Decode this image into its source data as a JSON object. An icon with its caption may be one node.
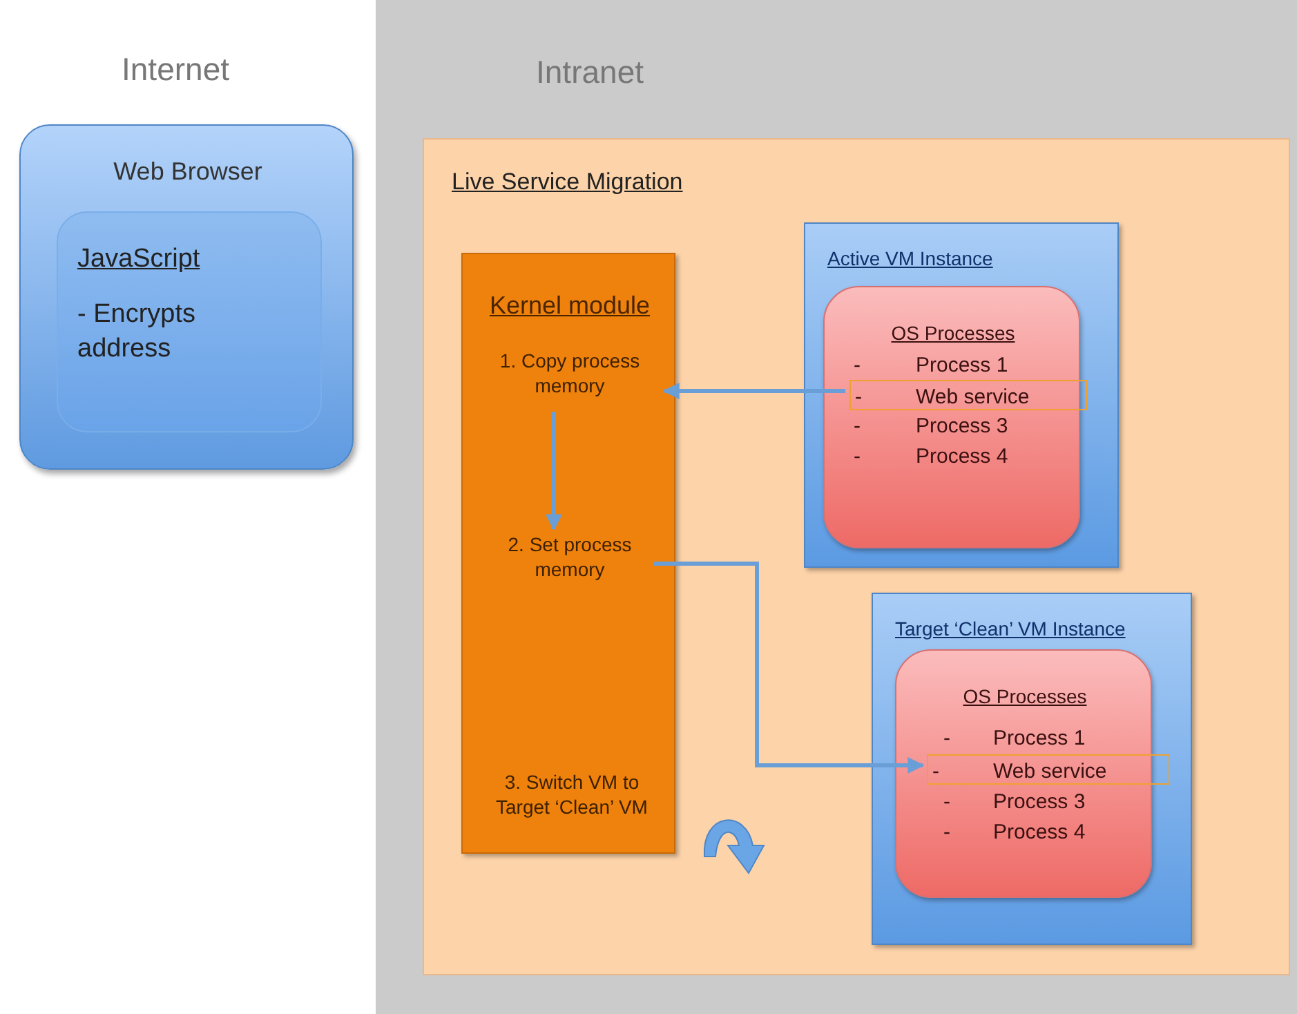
{
  "diagram": {
    "nodes": [
      {
        "text": [
          "Web Browser"
        ]
      },
      {
        "text": [
          "JavaScript",
          "- Encrypts address"
        ],
        "in": 0
      },
      {
        "text": [
          "Intranet"
        ]
      },
      {
        "text": [
          "Live Service Migration"
        ],
        "in": 2
      },
      {
        "text": [
          "Kernel module"
        ],
        "in": 3
      },
      {
        "text": [
          "1. Copy process memory"
        ],
        "in": 4
      },
      {
        "text": [
          "2. Set process memory"
        ],
        "in": 4
      },
      {
        "text": [
          "3. Switch VM to Target ‘Clean’ VM"
        ],
        "in": 4
      },
      {
        "text": [
          "Active VM Instance"
        ],
        "in": 3
      },
      {
        "text": [
          "OS Processes"
        ],
        "in": 8
      },
      {
        "text": [
          "-",
          "Web service"
        ],
        "in": 9
      },
      {
        "text": [
          "Target ‘Clean’ VM Instance"
        ],
        "in": 3
      },
      {
        "text": [
          "OS Processes"
        ],
        "in": 11
      },
      {
        "text": [
          "-",
          "Web service"
        ],
        "in": 12
      }
    ],
    "edges": [
      {
        "from": 10,
        "to": 5,
        "arrow": "to"
      },
      {
        "from": 5,
        "to": 6,
        "arrow": "to"
      },
      {
        "from": 6,
        "to": 13,
        "arrow": "to"
      }
    ],
    "labels": [
      "Internet",
      "-",
      "Process 1",
      "-",
      "Process 3",
      "-",
      "Process 4",
      "-",
      "Process 1",
      "-",
      "Process 3",
      "-",
      "Process 4"
    ]
  }
}
